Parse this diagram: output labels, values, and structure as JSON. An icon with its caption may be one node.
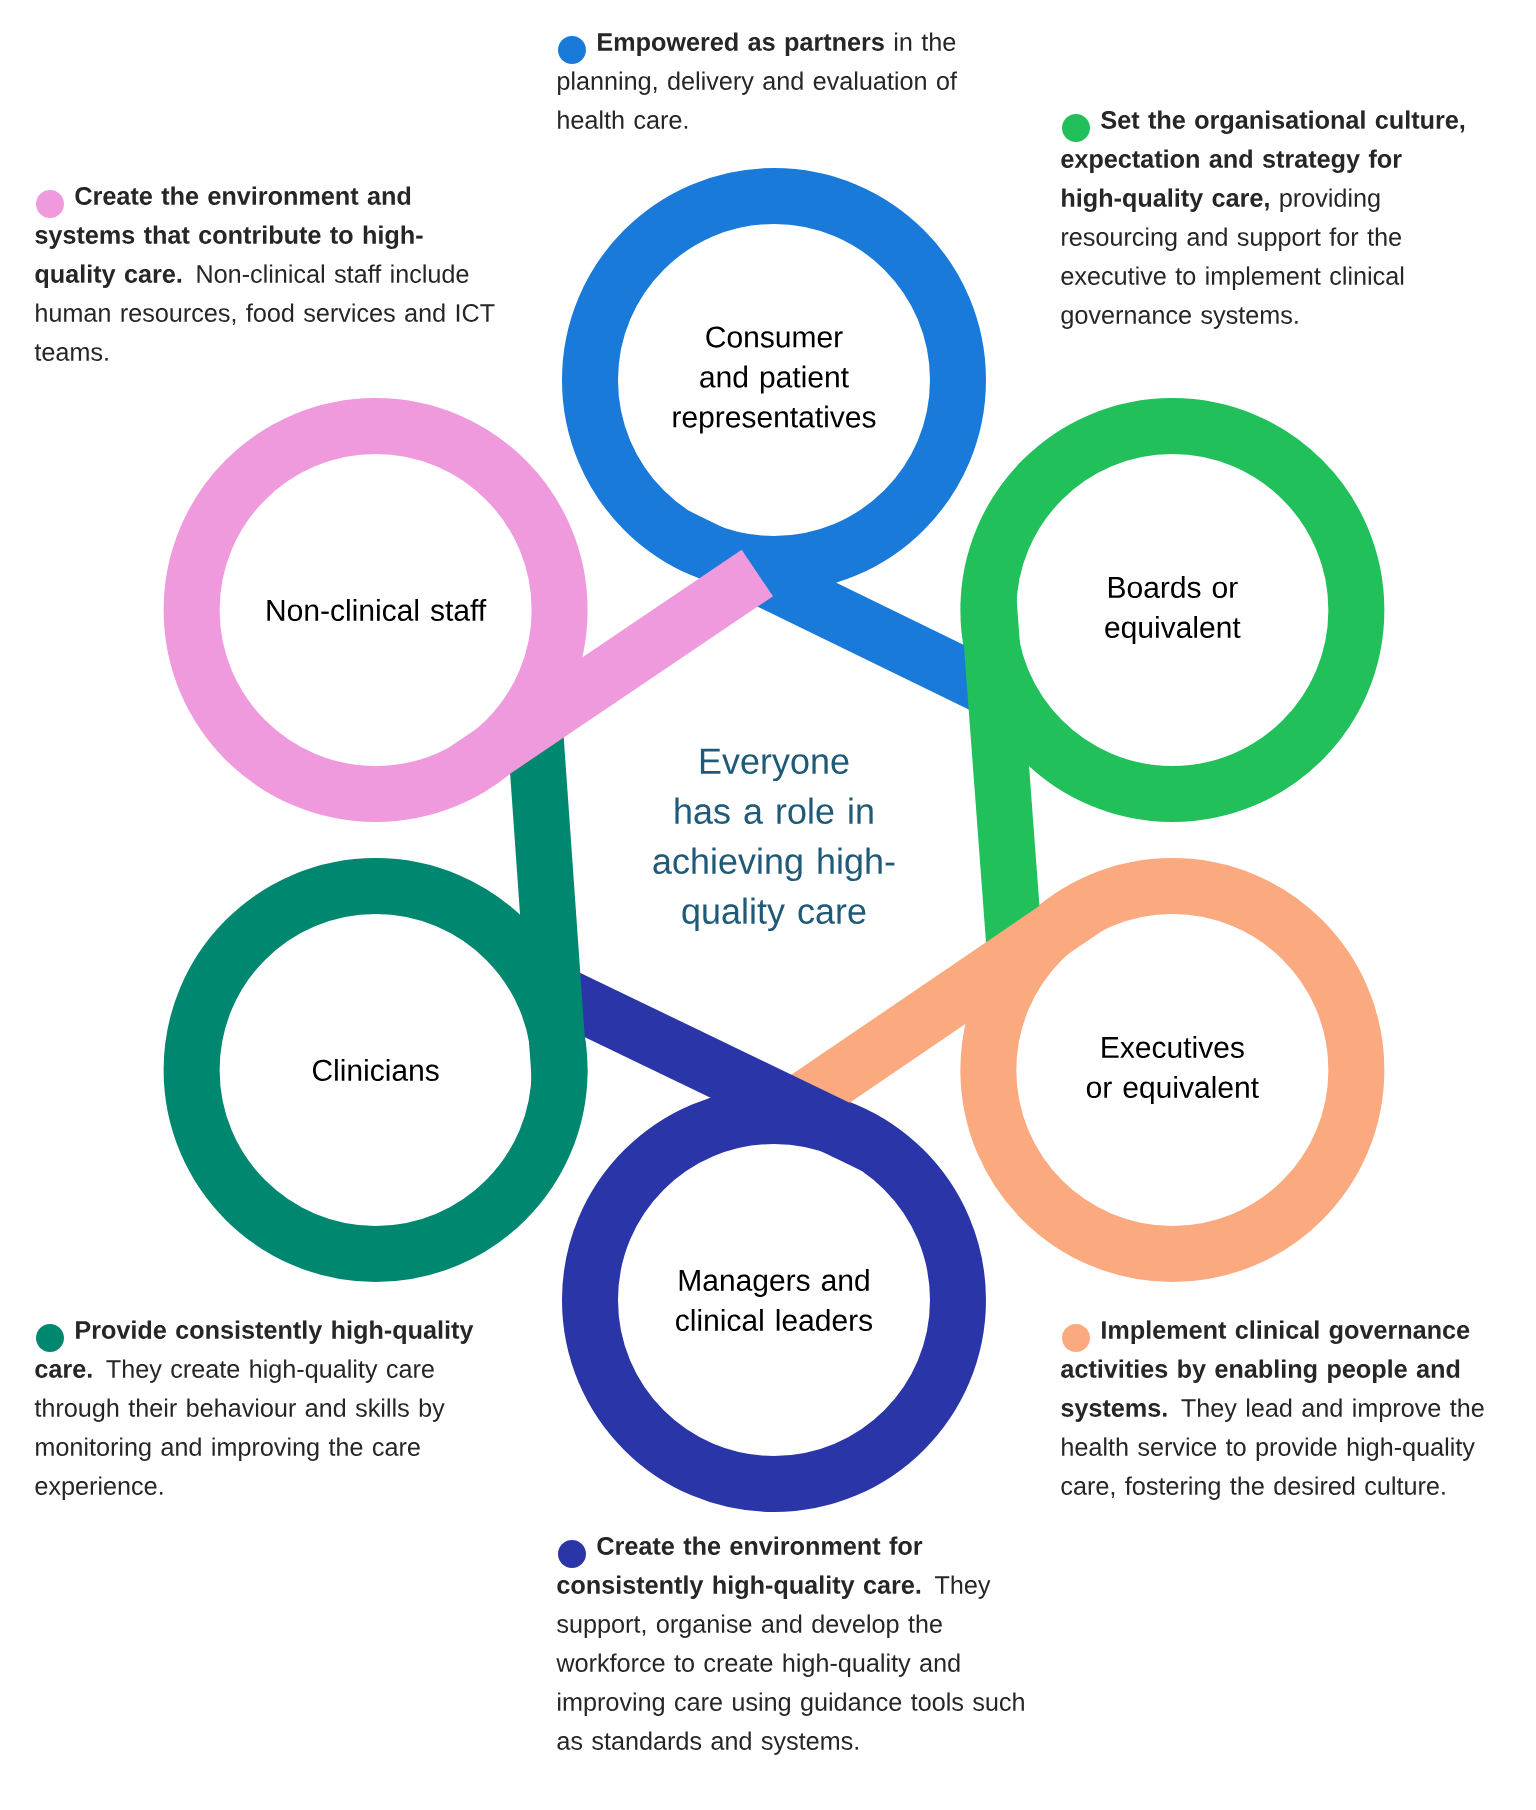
{
  "diagram": {
    "nodes": [
      {
        "text": [
          "Consumer and patient representatives"
        ],
        "beside": [
          "**Empowered as partners** in the planning, delivery and evaluation of health care."
        ]
      },
      {
        "text": [
          "Non-clinical staff"
        ],
        "beside": [
          "**Create the environment and systems that contribute to high-quality care.** Non-clinical staff include human resources, food services and ICT teams."
        ]
      },
      {
        "text": [
          "Boards or equivalent"
        ],
        "beside": [
          "**Set the organisational culture, expectation and strategy for high-quality care,** providing resourcing and support for the executive to implement clinical governance systems."
        ]
      },
      {
        "text": [
          "Clinicians"
        ],
        "beside": [
          "**Provide consistently high-quality care.** They create high-quality care through their behaviour and skills by monitoring and improving the care experience."
        ]
      },
      {
        "text": [
          "Executives or equivalent"
        ],
        "beside": [
          "**Implement clinical governance activities by enabling people and systems.** They lead and improve the health service to provide high-quality care, fostering the desired culture."
        ]
      },
      {
        "text": [
          "Managers and clinical leaders"
        ],
        "beside": [
          "**Create the environment for consistently high-quality care.** They support, organise and develop the workforce to create high-quality and improving care using guidance tools such as standards and systems."
        ]
      }
    ],
    "edges": [
      {
        "from": 0,
        "to": 2,
        "arrow": "none",
        "color": "#1a7ad9"
      },
      {
        "from": 2,
        "to": 4,
        "arrow": "none",
        "color": "#22c05a"
      },
      {
        "from": 4,
        "to": 5,
        "arrow": "none",
        "color": "#fbaa80"
      },
      {
        "from": 5,
        "to": 3,
        "arrow": "none",
        "color": "#2a35a8"
      },
      {
        "from": 3,
        "to": 1,
        "arrow": "none",
        "color": "#00876f"
      },
      {
        "from": 1,
        "to": 0,
        "arrow": "none",
        "color": "#f09ade"
      }
    ],
    "labels": [
      "Everyone has a role in achieving high-quality care"
    ]
  }
}
